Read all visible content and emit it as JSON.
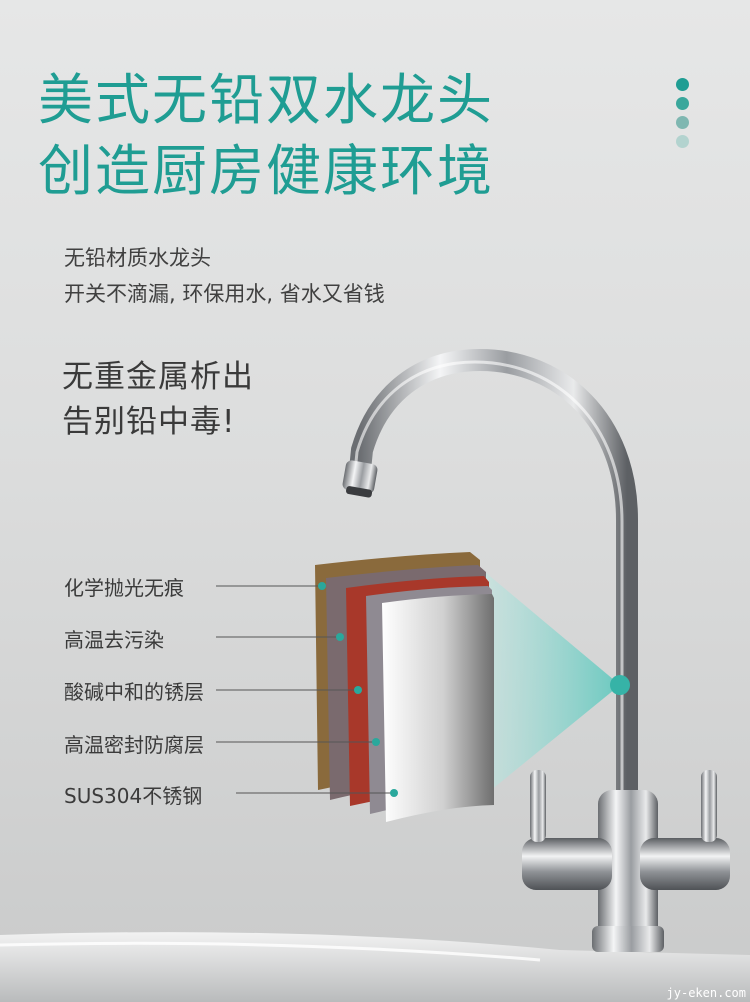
{
  "headline": {
    "line1": "美式无铅双水龙头",
    "line2": "创造厨房健康环境"
  },
  "subtitle": {
    "line1": "无铅材质水龙头",
    "line2": "开关不滴漏, 环保用水, 省水又省钱"
  },
  "warning": {
    "line1": "无重金属析出",
    "line2": "告别铅中毒!"
  },
  "layers": [
    {
      "label": "化学抛光无痕",
      "color": "#8a6a3c"
    },
    {
      "label": "高温去污染",
      "color": "#7a6a6e"
    },
    {
      "label": "酸碱中和的锈层",
      "color": "#a8382a"
    },
    {
      "label": "高温密封防腐层",
      "color": "#8f8a92"
    },
    {
      "label": "SUS304不锈钢",
      "color": "#d8d8d8"
    }
  ],
  "page_dots": [
    "#1f9d93",
    "#3aa79c",
    "#7fb7b1",
    "#b3d3cf"
  ],
  "theme": {
    "accent": "#1f9d93"
  },
  "watermark": "jy-eken.com"
}
